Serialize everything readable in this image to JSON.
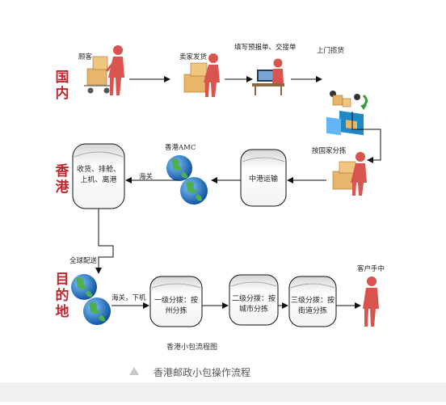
{
  "regions": {
    "domestic": "国内",
    "hongkong": "香港",
    "destination": "目的地"
  },
  "labels": {
    "customer": "顾客",
    "seller_ships": "卖家发货",
    "fill_forms": "填写预报单、交接单",
    "pickup": "上门揽货",
    "sort_by_country": "按国家分拣",
    "hk_amc": "香港AMC",
    "customs_hk": "海关",
    "global_delivery": "全球配送",
    "customs_dest": "海关，下机",
    "recipient": "客户手中"
  },
  "boxes": {
    "hk_ops": "收货、排舱、上机、离港",
    "china_hk_transport": "中港运输",
    "level1": "一级分拨：按州分拣",
    "level2": "二级分拨：按城市分拣",
    "level3": "三级分拨：按街道分拣"
  },
  "caption": "香港小包流程图",
  "footer": {
    "text": "香港邮政小包操作流程",
    "icon": "triangle-icon"
  },
  "colors": {
    "region_text": "#c0262e",
    "person": "#d9534f",
    "box_fill": "#e6e6e6",
    "truck": "#1e88c8",
    "parcel": "#e8b66a",
    "globe_sea": "#1f6fc2",
    "globe_land": "#4caf50"
  }
}
